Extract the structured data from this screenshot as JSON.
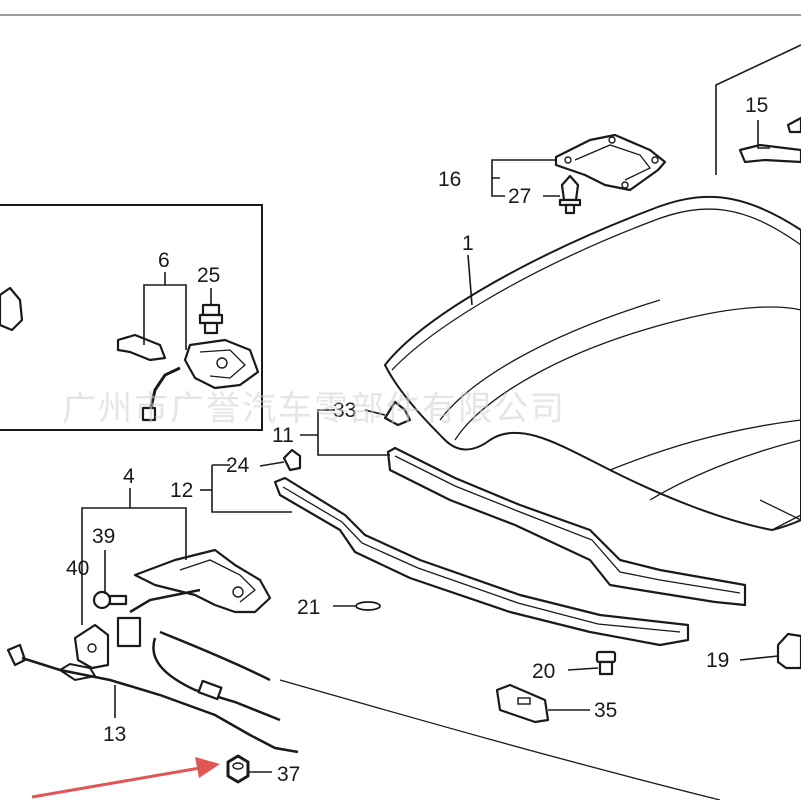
{
  "watermark": "广州市广誉汽车零部件有限公司",
  "callouts": {
    "c1": "1",
    "c4": "4",
    "c6": "6",
    "c11": "11",
    "c12": "12",
    "c13": "13",
    "c15": "15",
    "c16": "16",
    "c19": "19",
    "c20": "20",
    "c21": "21",
    "c24": "24",
    "c25": "25",
    "c27": "27",
    "c33": "33",
    "c35": "35",
    "c37": "37",
    "c39": "39",
    "c40": "40"
  },
  "colors": {
    "ink": "#1a1a1a",
    "highlight_arrow": "#e05555",
    "watermark": "#cfcfcf"
  },
  "icons": {
    "highlight": "red-arrow-icon"
  }
}
